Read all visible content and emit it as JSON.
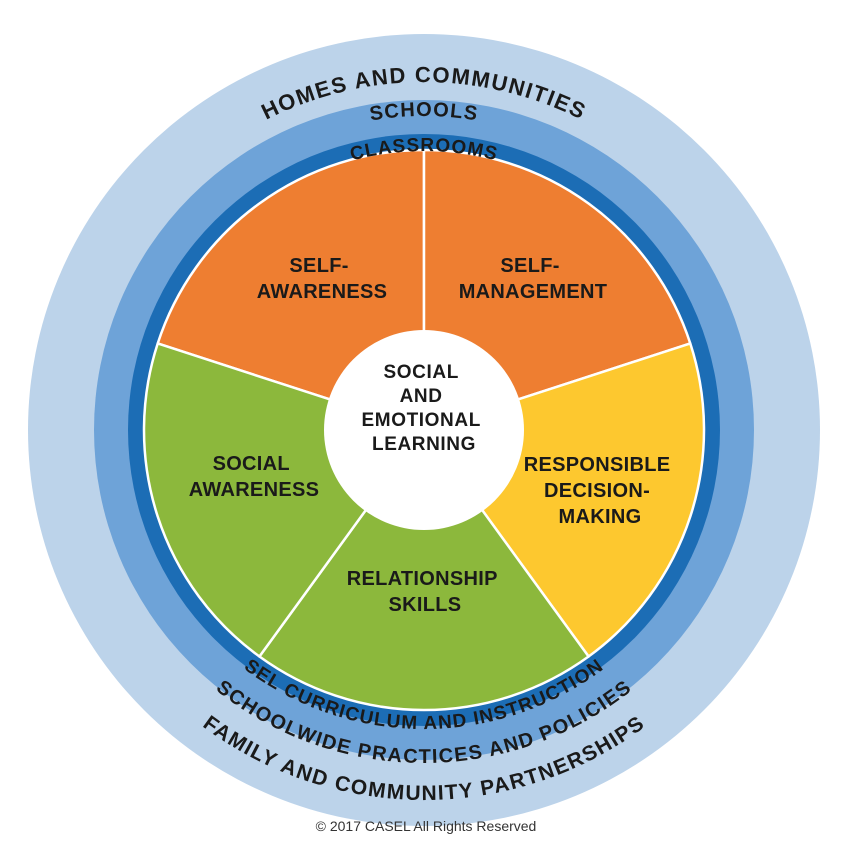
{
  "rings": {
    "homes_communities": "HOMES AND COMMUNITIES",
    "schools": "SCHOOLS",
    "classrooms": "CLASSROOMS",
    "sel_curriculum": "SEL CURRICULUM AND INSTRUCTION",
    "schoolwide_practices": "SCHOOLWIDE PRACTICES AND POLICIES",
    "family_partnerships": "FAMILY AND COMMUNITY PARTNERSHIPS"
  },
  "competencies": {
    "self_awareness": [
      "SELF-",
      "AWARENESS"
    ],
    "self_management": [
      "SELF-",
      "MANAGEMENT"
    ],
    "responsible_decision_making": [
      "RESPONSIBLE",
      "DECISION-",
      "MAKING"
    ],
    "relationship_skills": [
      "RELATIONSHIP",
      "SKILLS"
    ],
    "social_awareness": [
      "SOCIAL",
      "AWARENESS"
    ]
  },
  "center": [
    "SOCIAL",
    "AND",
    "EMOTIONAL",
    "LEARNING"
  ],
  "copyright": "© 2017 CASEL All Rights Reserved",
  "colors": {
    "outer_ring": "#bcd3ea",
    "middle_ring": "#6ea3d8",
    "inner_ring": "#1c6db5",
    "orange": "#ee7e31",
    "yellow": "#fdc82f",
    "green": "#8cb83c",
    "center": "#ffffff",
    "divider": "#ffffff"
  }
}
